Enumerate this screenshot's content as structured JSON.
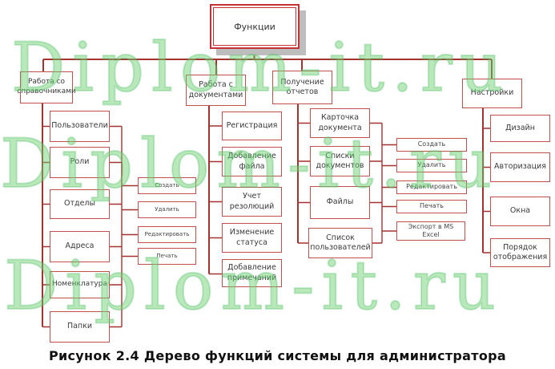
{
  "watermark": {
    "text": "Diplom-it.ru"
  },
  "caption": "Рисунок 2.4 Дерево функций системы для администратора",
  "colors": {
    "box_border": "#c0504d",
    "connector_line": "#a33230",
    "root_border": "#c43235",
    "root_shadow": "#bdbdbd",
    "watermark_green": "#6cce70",
    "node_text": "#3a3a3a",
    "caption_text": "#111111"
  },
  "tree": {
    "root": {
      "label": "Функции"
    },
    "branches": [
      {
        "label": "Работа со справочниками",
        "children": [
          "Пользователи",
          "Роли",
          "Отделы",
          "Адреса",
          "Номенклатура",
          "Папки"
        ],
        "operations": [
          "Создать",
          "Удалить",
          "Редактировать",
          "Печать"
        ]
      },
      {
        "label": "Работа с документами",
        "children": [
          "Регистрация",
          "Добавление файла",
          "Учет резолюций",
          "Изменение статуса",
          "Добавление примечаний"
        ]
      },
      {
        "label": "Получение отчетов",
        "children": [
          "Карточка документа",
          "Списки документов",
          "Файлы",
          "Список пользователей"
        ],
        "operations": [
          "Создать",
          "Удалить",
          "Редактировать",
          "Печать",
          "Экспорт в MS Excel"
        ]
      },
      {
        "label": "Настройки",
        "children": [
          "Дизайн",
          "Авторизация",
          "Окна",
          "Порядок отображения"
        ]
      }
    ]
  }
}
